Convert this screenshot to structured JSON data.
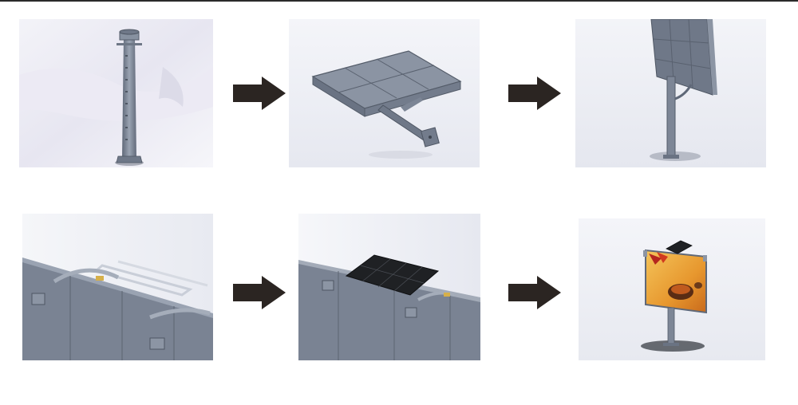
{
  "colors": {
    "arrow": "#2b2522",
    "steel": "#7d8696",
    "steel_dark": "#5f6878",
    "steel_light": "#a9b1bf",
    "background_haze": "#eceef6",
    "ad_orange": "#e7972e"
  },
  "steps": [
    {
      "step": 1,
      "icon": "steel-pole-icon"
    },
    {
      "step": 2,
      "icon": "frame-with-arm-icon"
    },
    {
      "step": 3,
      "icon": "billboard-on-pole-icon"
    },
    {
      "step": 4,
      "icon": "roof-bracket-install-icon"
    },
    {
      "step": 5,
      "icon": "solar-panel-mounted-icon"
    },
    {
      "step": 6,
      "icon": "finished-billboard-icon"
    }
  ],
  "arrows": [
    {
      "icon": "arrow-right-icon"
    },
    {
      "icon": "arrow-right-icon"
    },
    {
      "icon": "arrow-right-icon"
    },
    {
      "icon": "arrow-right-icon"
    }
  ]
}
